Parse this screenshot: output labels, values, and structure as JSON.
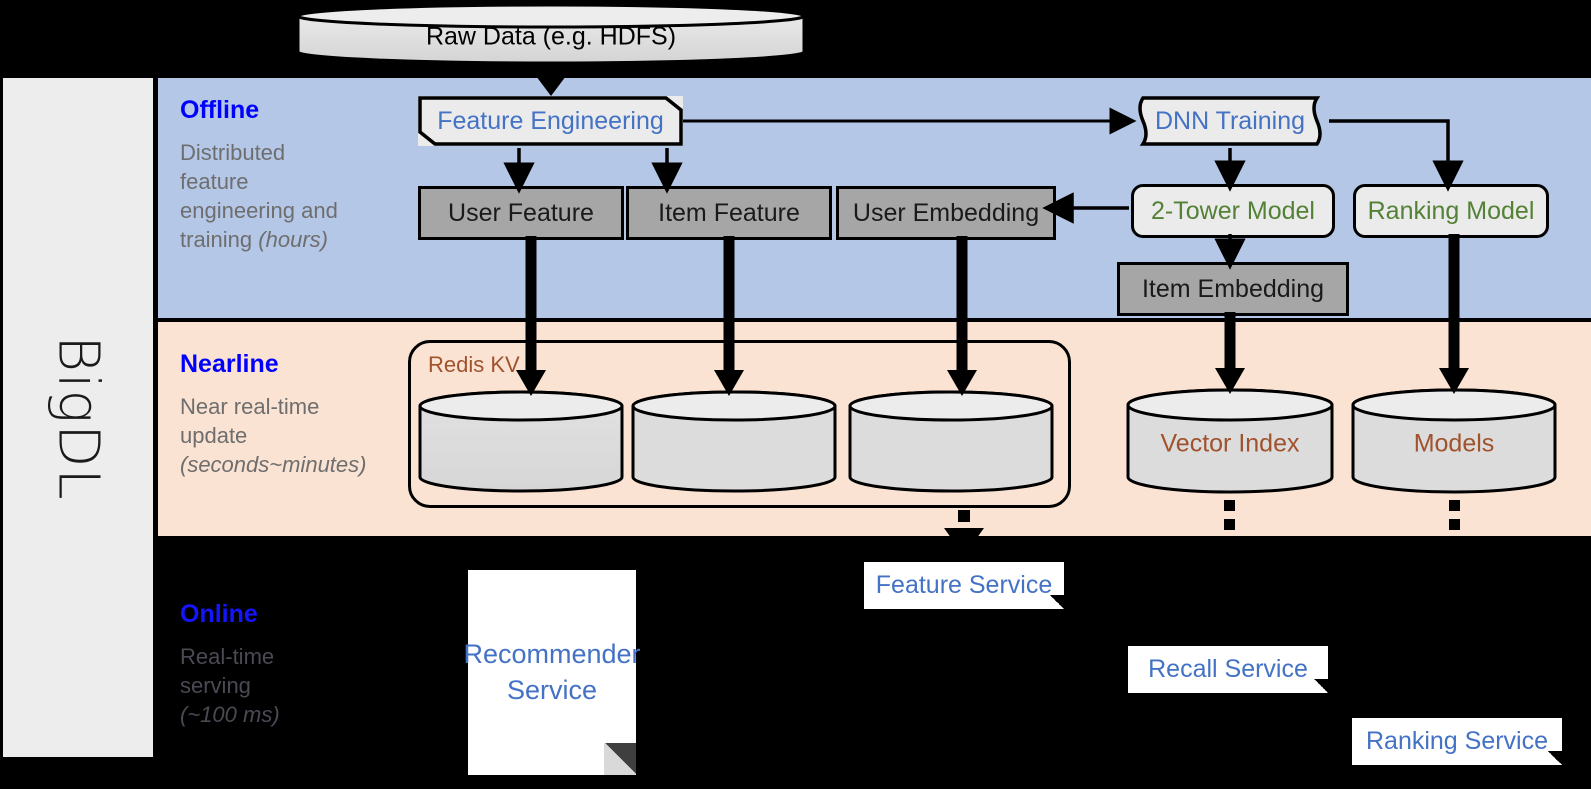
{
  "rail": {
    "label": "BigDL"
  },
  "bands": [
    {
      "id": "offline",
      "title": "Offline",
      "sub_line1": "Distributed",
      "sub_line2": "feature",
      "sub_line3": "engineering and",
      "sub_line4": "training ",
      "sub_italic": "(hours)"
    },
    {
      "id": "nearline",
      "title": "Nearline",
      "sub_line1": "Near real-time",
      "sub_line2": "update",
      "sub_line3": "",
      "sub_line4": "",
      "sub_italic": "(seconds~minutes)"
    },
    {
      "id": "online",
      "title": "Online",
      "sub_line1": "Real-time",
      "sub_line2": "serving",
      "sub_line3": "",
      "sub_line4": "",
      "sub_italic": "(~100 ms)"
    }
  ],
  "source": {
    "raw_data": "Raw Data (e.g. HDFS)"
  },
  "offline": {
    "feature_engineering": "Feature Engineering",
    "dnn_training": "DNN Training",
    "user_feature": "User Feature",
    "item_feature": "Item Feature",
    "user_embedding": "User Embedding",
    "two_tower_model": "2-Tower Model",
    "ranking_model": "Ranking Model",
    "item_embedding": "Item Embedding"
  },
  "nearline": {
    "redis_kv": "Redis KV",
    "store_user_feature": "",
    "store_item_feature": "",
    "store_user_embedding": "",
    "vector_index": "Vector Index",
    "models": "Models"
  },
  "online": {
    "recommender_service": "Recommender Service",
    "recommender_service_l1": "Recommender",
    "recommender_service_l2": "Service",
    "feature_service": "Feature Service",
    "recall_service": "Recall Service",
    "ranking_service": "Ranking Service"
  },
  "colors": {
    "offline_band": "#b4c7e7",
    "nearline_band": "#fbe3d3",
    "online_band": "#000000",
    "rail": "#ededed",
    "grey_box": "#a6a6a6",
    "light_box": "#ebebeb",
    "blue_text": "#4472c4",
    "green_text": "#538135",
    "brown_text": "#a0522d",
    "band_title": "#0000ff",
    "band_sub": "#6e6e6e"
  }
}
